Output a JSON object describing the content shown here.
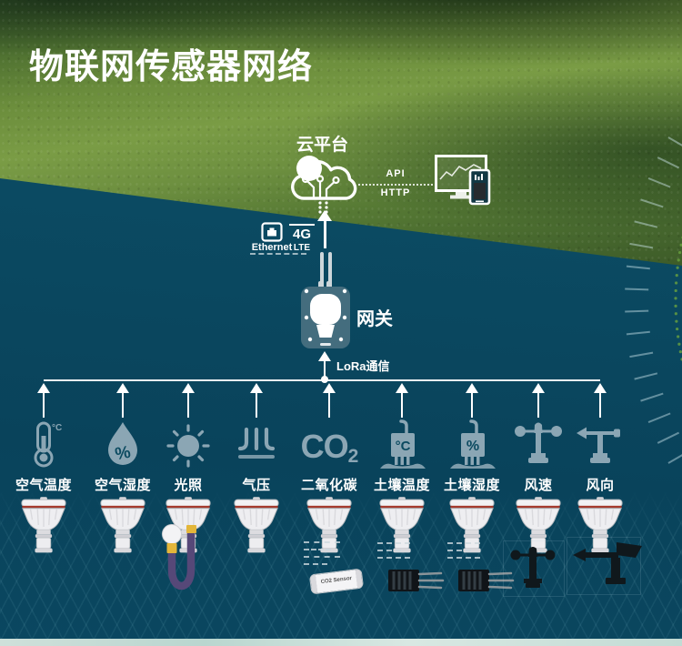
{
  "title": "物联网传感器网络",
  "cloud_platform": {
    "label": "云平台",
    "api_label": "API",
    "http_label": "HTTP"
  },
  "uplinks": {
    "ethernet_label": "Ethernet",
    "cellular_label": "4G",
    "cellular_sub_label": "LTE"
  },
  "gateway": {
    "label": "网关",
    "lora_label": "LoRa通信"
  },
  "sensors": [
    {
      "label": "空气温度",
      "icon": "thermometer-celsius",
      "icon_text": "°C"
    },
    {
      "label": "空气湿度",
      "icon": "droplet-percent",
      "icon_text": "%"
    },
    {
      "label": "光照",
      "icon": "sun"
    },
    {
      "label": "气压",
      "icon": "pressure"
    },
    {
      "label": "二氧化碳",
      "icon": "co2",
      "icon_text": "CO",
      "icon_text_sub": "2"
    },
    {
      "label": "土壤温度",
      "icon": "soil-temperature-probe",
      "icon_text": "°C"
    },
    {
      "label": "土壤湿度",
      "icon": "soil-moisture-probe",
      "icon_text": "%"
    },
    {
      "label": "风速",
      "icon": "anemometer"
    },
    {
      "label": "风向",
      "icon": "wind-vane"
    }
  ],
  "device_photos": {
    "co2_capsule_label": "CO2 Sensor"
  },
  "colors": {
    "teal_background": "#0a4a61",
    "icon_slate": "#8ba6b4",
    "device_ring_red": "#a63c2f",
    "tube_purple": "#564878",
    "connector_yellow": "#e3b63a",
    "radar_tick": "#cfe8ee",
    "radar_dot_green": "#69a33e"
  }
}
